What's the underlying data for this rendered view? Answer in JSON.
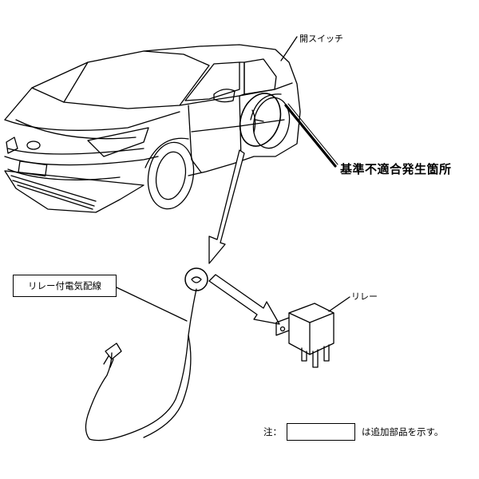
{
  "labels": {
    "open_switch": "開スイッチ",
    "nonconformity_location": "基準不適合発生箇所",
    "harness_with_relay": "リレー付電気配線",
    "relay": "リレー"
  },
  "note": {
    "prefix": "注：",
    "suffix": "は追加部品を示す。"
  },
  "colors": {
    "line": "#000000",
    "background": "#ffffff"
  }
}
